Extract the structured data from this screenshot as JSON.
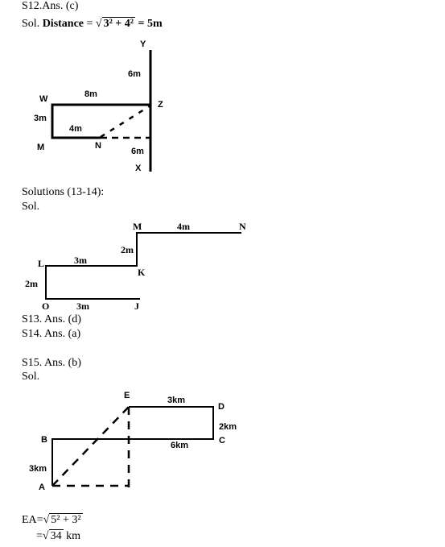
{
  "s12": {
    "answer": "S12.Ans. (c)",
    "sol_prefix": "Sol.",
    "formula_label": "Distance",
    "formula_eq": "=",
    "radical": "3² + 4²",
    "result": "= 5m"
  },
  "diagram1": {
    "Y": "Y",
    "W": "W",
    "Z": "Z",
    "M": "M",
    "N": "N",
    "X": "X",
    "top_6m": "6m",
    "bottom_6m": "6m",
    "top_8m": "8m",
    "left_3m": "3m",
    "mid_4m": "4m"
  },
  "sol1314": {
    "heading": "Solutions (13-14):",
    "sol": "Sol."
  },
  "diagram2": {
    "M": "M",
    "N": "N",
    "L": "L",
    "K": "K",
    "O": "O",
    "J": "J",
    "mn_4m": "4m",
    "mk_2m": "2m",
    "lk_3m": "3m",
    "lo_2m": "2m",
    "oj_3m": "3m"
  },
  "s13": "S13. Ans. (d)",
  "s14": "S14. Ans. (a)",
  "s15": {
    "answer": "S15. Ans. (b)",
    "sol": "Sol."
  },
  "diagram3": {
    "E": "E",
    "D": "D",
    "B": "B",
    "C": "C",
    "A": "A",
    "ed_3km": "3km",
    "dc_2km": "2km",
    "bc_6km": "6km",
    "ab_3km": "3km"
  },
  "ea": {
    "prefix": "EA=",
    "radical1": "5² + 3²",
    "eq2": "=",
    "radical2": "34",
    "unit": "km"
  }
}
